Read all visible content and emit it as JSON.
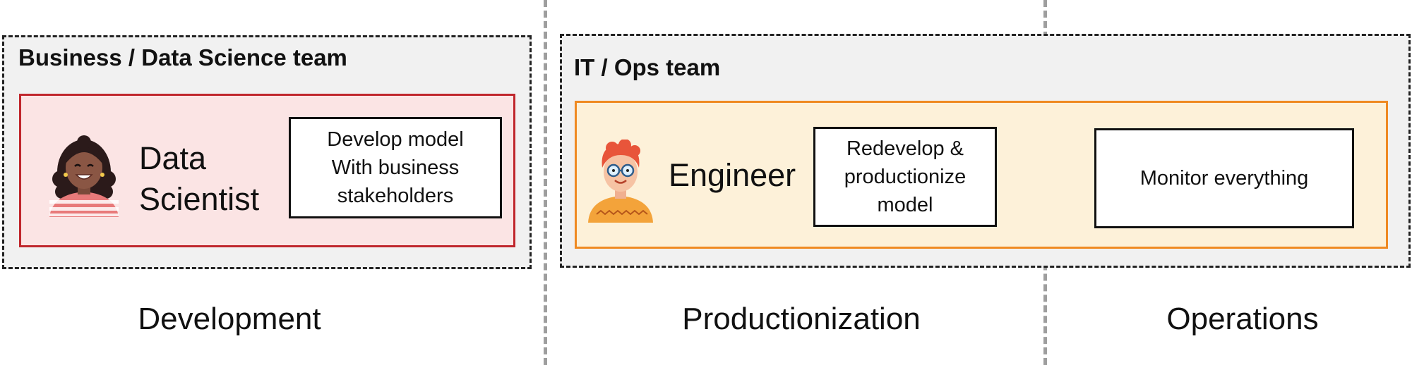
{
  "teams": {
    "business": {
      "title": "Business / Data Science team",
      "role": {
        "name_line1": "Data",
        "name_line2": "Scientist",
        "avatar_icon": "woman-avatar-icon"
      },
      "task": {
        "line1": "Develop model",
        "line2": "With business",
        "line3": "stakeholders"
      }
    },
    "it_ops": {
      "title": "IT / Ops team",
      "role": {
        "name": "Engineer",
        "avatar_icon": "man-glasses-avatar-icon"
      },
      "task_productionize": {
        "line1": "Redevelop &",
        "line2": "productionize",
        "line3": "model"
      },
      "task_monitor": {
        "line1": "Monitor everything"
      }
    }
  },
  "phases": {
    "development": "Development",
    "productionization": "Productionization",
    "operations": "Operations"
  },
  "colors": {
    "team_bg": "#f1f1f1",
    "ds_fill": "#fbe4e4",
    "ds_border": "#c0262c",
    "eng_fill": "#fdf1d9",
    "eng_border": "#ef8a22",
    "divider": "#9e9e9e"
  }
}
